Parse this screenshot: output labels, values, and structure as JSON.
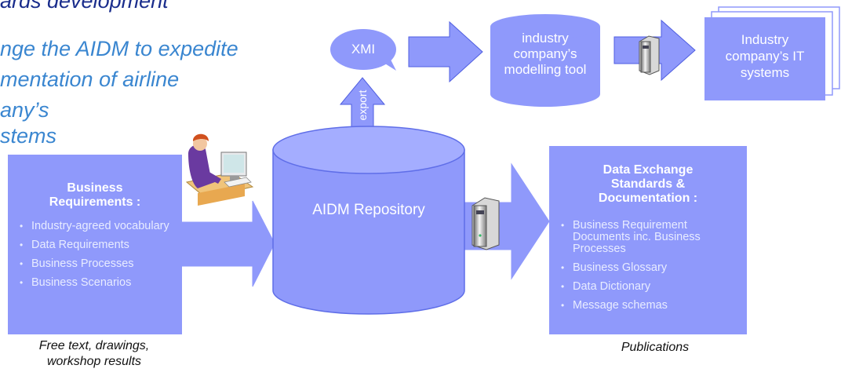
{
  "intro": {
    "line1": "ards development",
    "line2": "nge the AIDM to expedite",
    "line3": "mentation of  airline",
    "line4": "any’s",
    "line5": "stems"
  },
  "business": {
    "title": "Business Requirements :",
    "items": [
      "Industry-agreed vocabulary",
      "Data Requirements",
      "Business Processes",
      "Business Scenarios"
    ],
    "caption": "Free text, drawings, workshop  results"
  },
  "repository": {
    "label": "AIDM  Repository"
  },
  "export": {
    "label": "export"
  },
  "xmi": {
    "label": "XMI"
  },
  "modelling_tool": {
    "label": "industry company’s modelling tool"
  },
  "it_systems": {
    "label": "Industry company’s IT  systems"
  },
  "standards": {
    "title": "Data Exchange Standards & Documentation :",
    "items": [
      "Business Requirement Documents inc. Business Processes",
      "Business Glossary",
      "Data Dictionary",
      "Message schemas"
    ],
    "caption": "Publications"
  },
  "colors": {
    "box_fill": "#8f99fb",
    "box_dark": "#6f7af0",
    "arrow_fill": "#8f99fb",
    "arrow_stroke": "#4f5ee0",
    "accent_light": "#9fb0ff",
    "intro_blue": "#3a86d0",
    "intro_dark": "#1a2d8c"
  },
  "icons": {
    "person": "person-at-computer-icon",
    "server": "server-icon"
  }
}
